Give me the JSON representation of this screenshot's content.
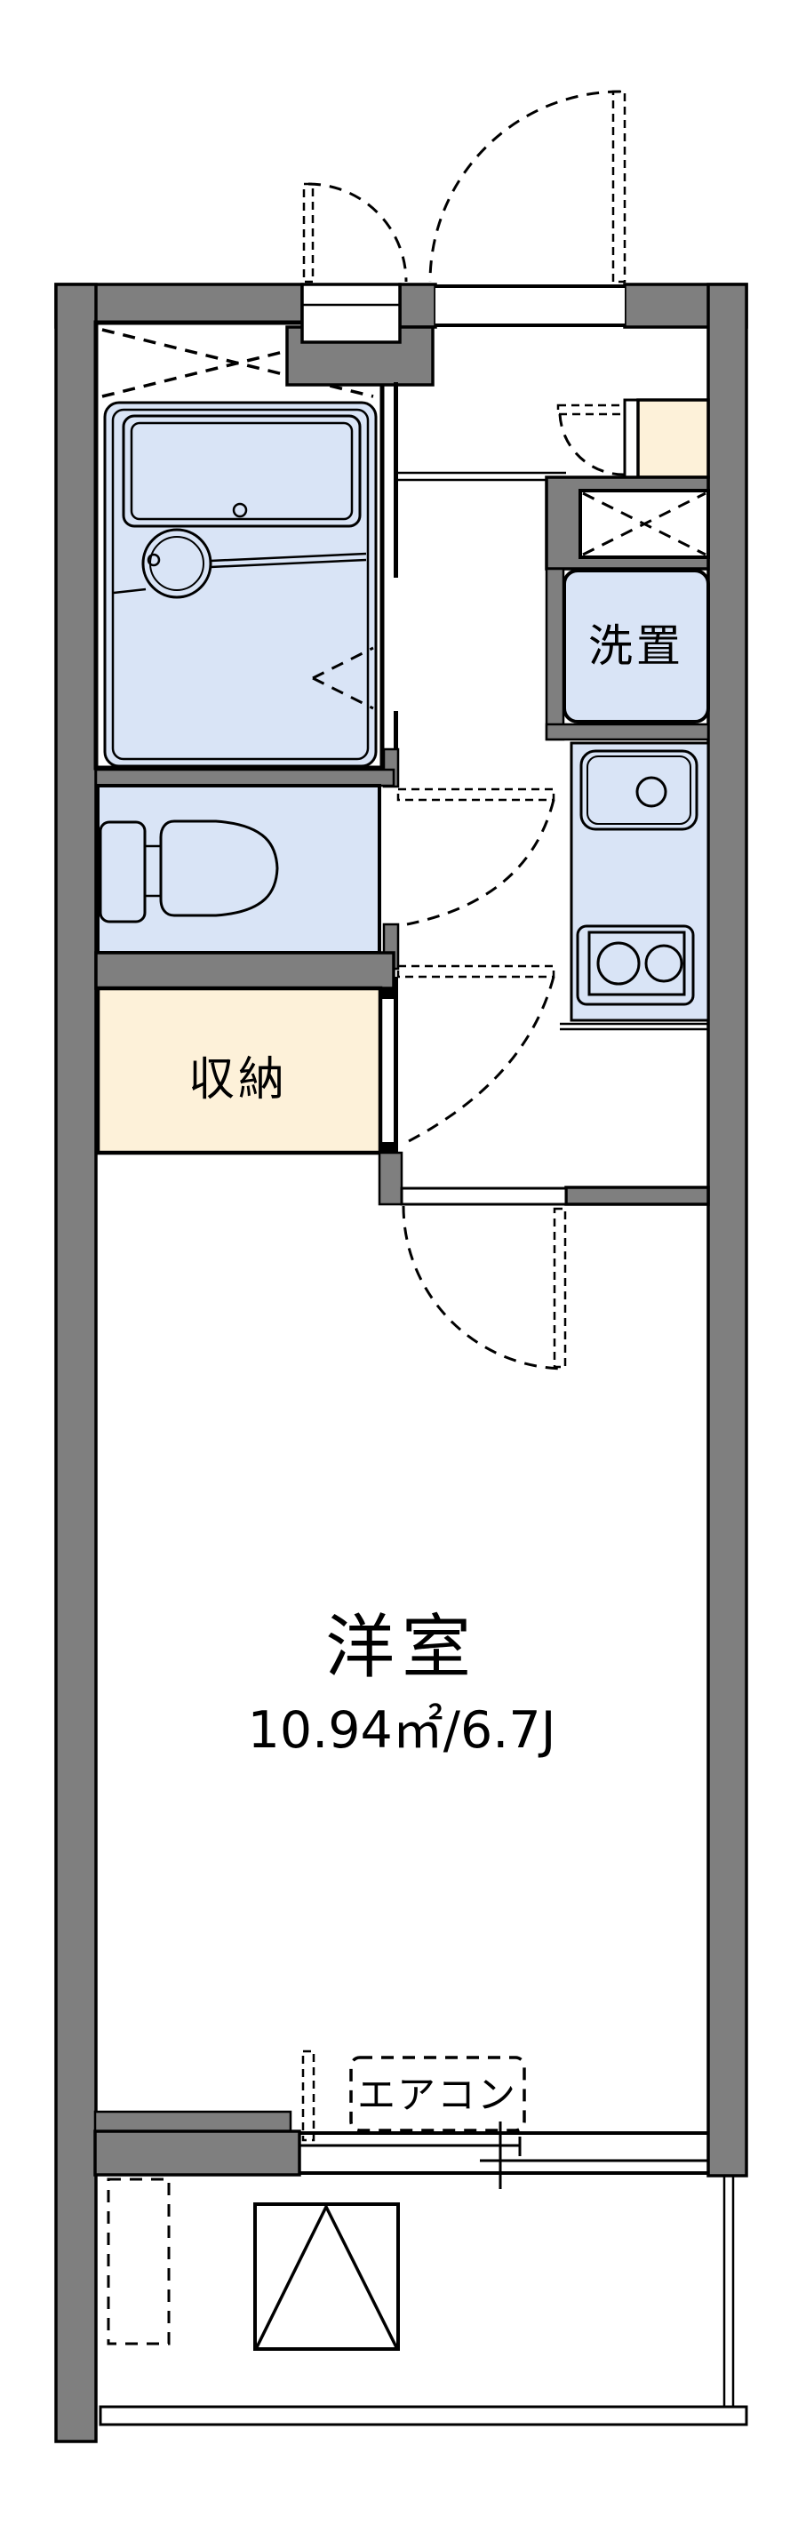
{
  "plan": {
    "type": "japanese-apartment-floorplan",
    "labels": {
      "washer_area": "洗置",
      "storage": "収納",
      "main_room_name": "洋室",
      "main_room_area": "10.94㎡/6.7J",
      "aircon": "エアコン"
    },
    "rooms": [
      {
        "name": "洋室",
        "area_m2": "10.94㎡",
        "size_jo": "6.7J"
      },
      {
        "name": "収納"
      },
      {
        "name": "洗置"
      }
    ],
    "colors": {
      "wall_gray": "#7f7f7f",
      "fixture_blue": "#d9e4f6",
      "storage_cream": "#fdf1d9",
      "line_black": "#000000",
      "background": "#ffffff"
    }
  }
}
